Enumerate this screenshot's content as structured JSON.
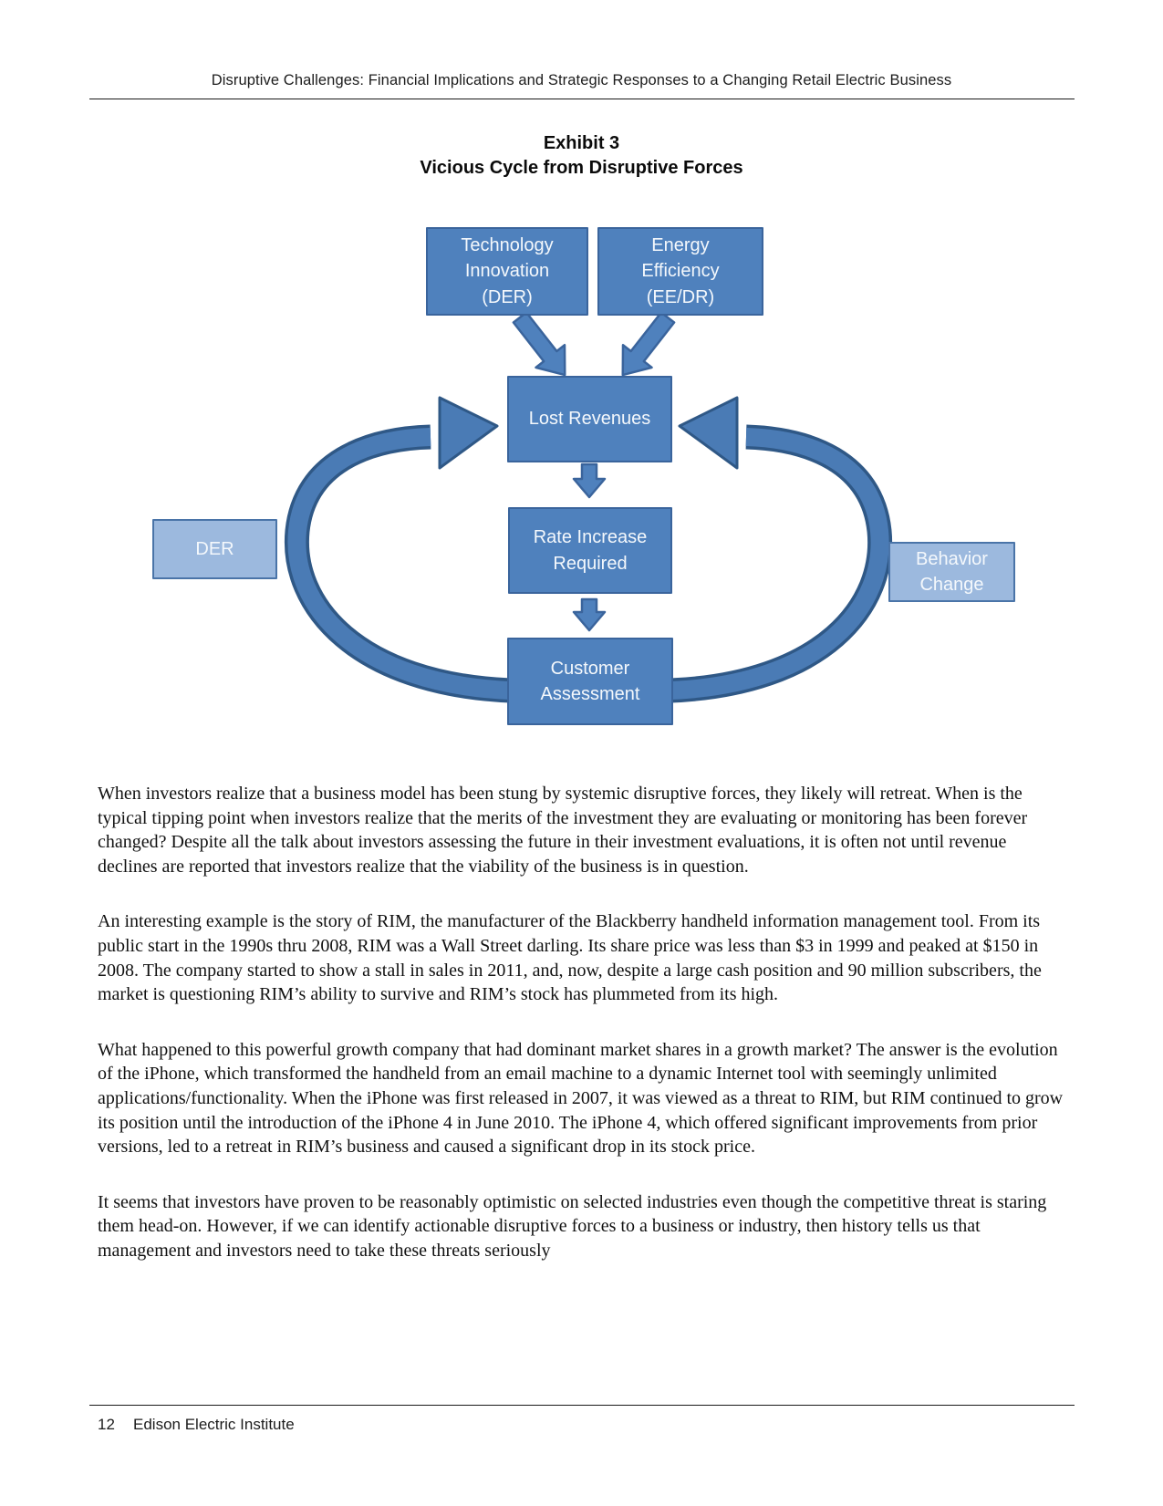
{
  "theme": {
    "box_fill": "#4f81bd",
    "box_border": "#3a649c",
    "light_box_fill": "#9cb9de",
    "light_box_border": "#4a74a8",
    "arrow_fill": "#4a7bb5",
    "arrow_border": "#2f5886",
    "text_on_blue": "#f4f8fc",
    "ink": "#111111"
  },
  "header": {
    "title": "Disruptive Challenges: Financial Implications and Strategic Responses to a Changing Retail Electric Business"
  },
  "exhibit": {
    "label": "Exhibit 3",
    "title": "Vicious Cycle from Disruptive Forces"
  },
  "diagram": {
    "nodes": {
      "technology": "Technology\nInnovation\n(DER)",
      "energy": "Energy\nEfficiency\n(EE/DR)",
      "lost_revenues": "Lost Revenues",
      "rate_increase": "Rate Increase\nRequired",
      "customer_assessment": "Customer\nAssessment",
      "der": "DER",
      "behavior_change": "Behavior\nChange"
    }
  },
  "body": {
    "paragraphs": [
      "When investors realize that a business model has been stung by systemic disruptive forces, they likely will retreat. When is the typical tipping point when investors realize that the merits of the investment they are evaluating or monitoring has been forever changed? Despite all the talk about investors assessing the future in their investment evaluations, it is often not until revenue declines are reported that investors realize that the viability of the business is in question.",
      "An interesting example is the story of RIM, the manufacturer of the Blackberry handheld information management tool. From its public start in the 1990s thru 2008, RIM was a Wall Street darling. Its share price was less than $3 in 1999 and peaked at $150 in 2008. The company started to show a stall in sales in 2011, and, now, despite a large cash position and 90 million subscribers, the market is questioning RIM’s ability to survive and RIM’s stock has plummeted from its high.",
      "What happened to this powerful growth company that had dominant market shares in a growth market? The answer is the evolution of the iPhone, which transformed the handheld from an email machine to a dynamic Internet tool with seemingly unlimited applications/functionality. When the iPhone was first released in 2007, it was viewed as a threat to RIM, but RIM continued to grow its position until the introduction of the iPhone 4 in June 2010. The iPhone 4, which offered significant improvements from prior versions, led to a retreat in RIM’s business and caused a significant drop in its stock price.",
      "It seems that investors have proven to be reasonably optimistic on selected industries even though the competitive threat is staring them head-on. However, if we can identify actionable disruptive forces to a business or industry, then history tells us that management and investors need to take these threats seriously"
    ]
  },
  "footer": {
    "page_number": "12",
    "publisher": "Edison Electric Institute"
  }
}
